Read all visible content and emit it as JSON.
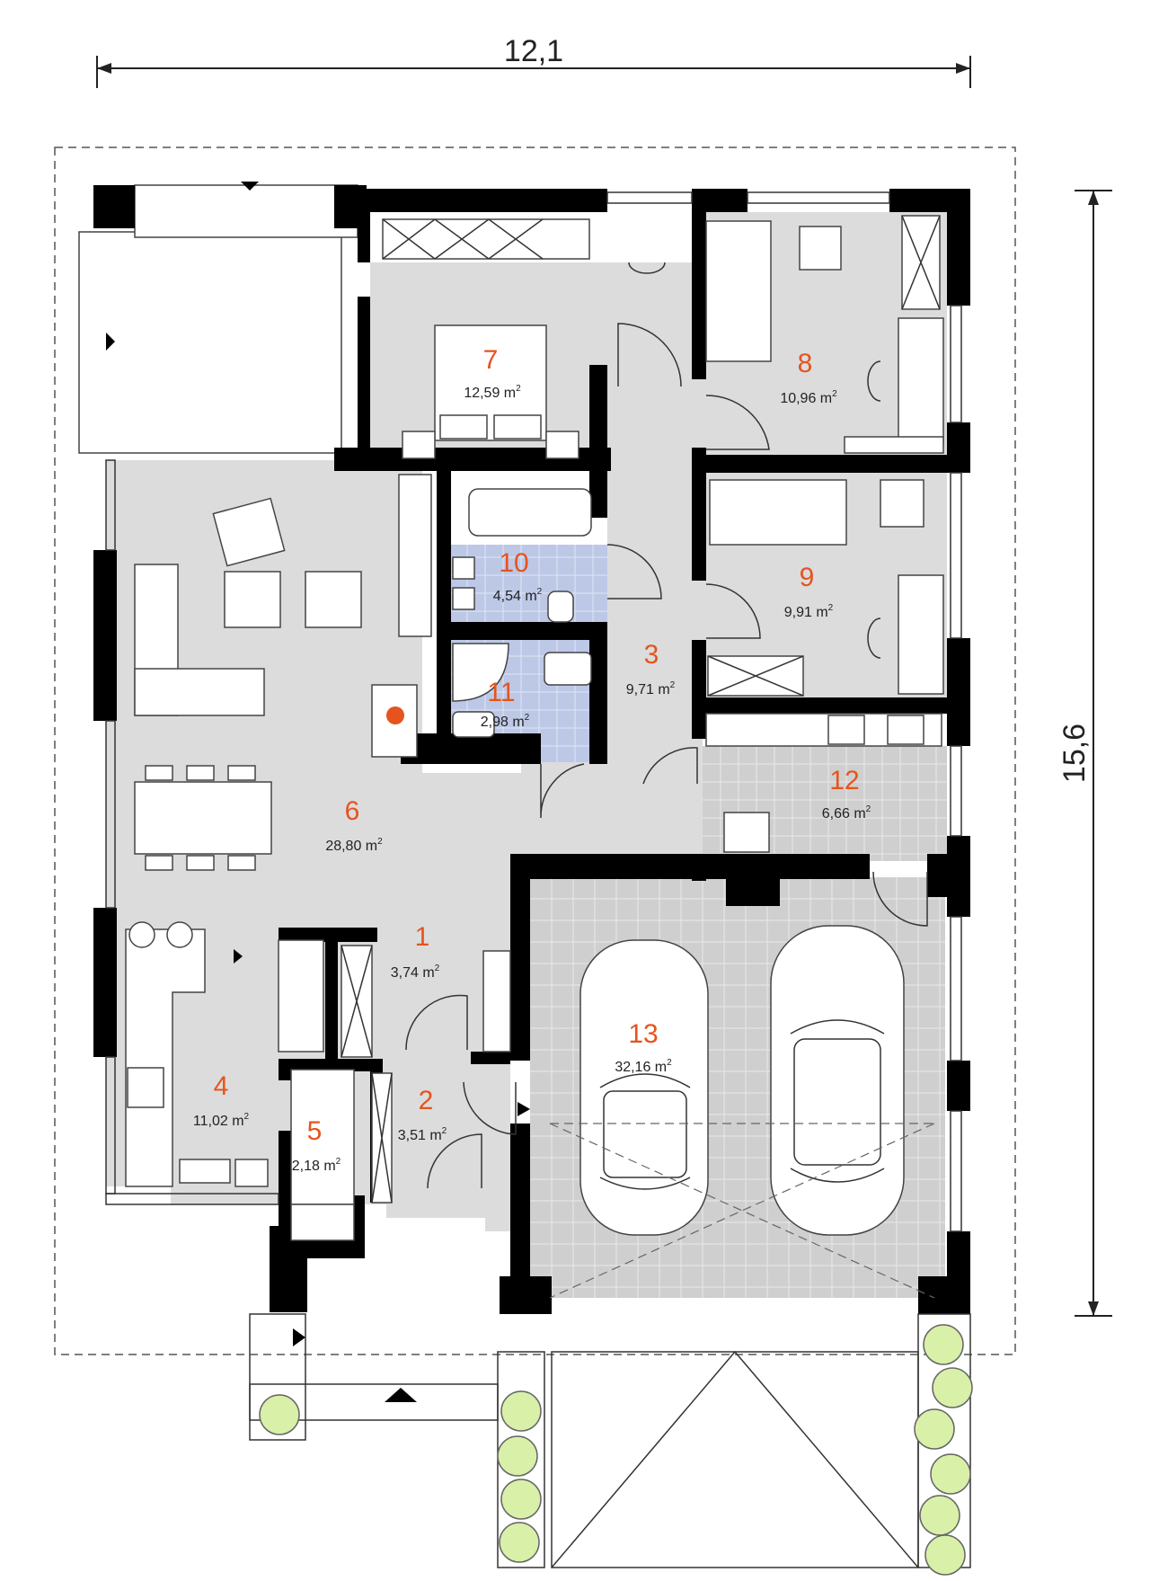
{
  "dimensions": {
    "width": "12,1",
    "height": "15,6"
  },
  "rooms": [
    {
      "number": "1",
      "area": "3,74 m"
    },
    {
      "number": "2",
      "area": "3,51 m"
    },
    {
      "number": "3",
      "area": "9,71 m"
    },
    {
      "number": "4",
      "area": "11,02 m"
    },
    {
      "number": "5",
      "area": "2,18 m"
    },
    {
      "number": "6",
      "area": "28,80 m"
    },
    {
      "number": "7",
      "area": "12,59 m"
    },
    {
      "number": "8",
      "area": "10,96 m"
    },
    {
      "number": "9",
      "area": "9,91 m"
    },
    {
      "number": "10",
      "area": "4,54 m"
    },
    {
      "number": "11",
      "area": "2,98 m"
    },
    {
      "number": "12",
      "area": "6,66 m"
    },
    {
      "number": "13",
      "area": "32,16 m"
    }
  ],
  "area_unit_exponent": "2",
  "colors": {
    "floor": "#dcdcdc",
    "bathroom_tile": "#bcc8e6",
    "garage_tile": "#cfcfcf",
    "wall": "#000000",
    "room_number": "#e5541e",
    "shrub": "#d8f0a8"
  }
}
